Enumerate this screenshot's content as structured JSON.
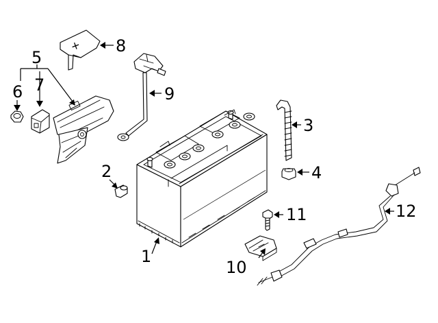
{
  "callouts": [
    {
      "id": "c1",
      "text": "1"
    },
    {
      "id": "c2",
      "text": "2"
    },
    {
      "id": "c3",
      "text": "3"
    },
    {
      "id": "c4",
      "text": "4"
    },
    {
      "id": "c5",
      "text": "5"
    },
    {
      "id": "c6",
      "text": "6"
    },
    {
      "id": "c7",
      "text": "7"
    },
    {
      "id": "c8",
      "text": "8"
    },
    {
      "id": "c9",
      "text": "9"
    },
    {
      "id": "c10",
      "text": "10"
    },
    {
      "id": "c11",
      "text": "11"
    },
    {
      "id": "c12",
      "text": "12"
    }
  ],
  "battery_cover_symbol": "+"
}
